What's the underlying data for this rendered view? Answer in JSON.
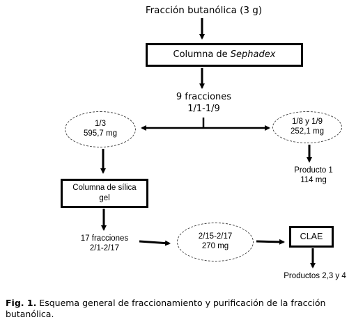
{
  "diagram": {
    "start": "Fracción butanólica (3 g)",
    "column1": {
      "prefix": "Columna de ",
      "italic": "Sephadex"
    },
    "fractions1": {
      "line1": "9 fracciones",
      "line2": "1/1-1/9"
    },
    "left_ellipse": {
      "line1": "1/3",
      "line2": "595,7 mg"
    },
    "right_ellipse": {
      "line1": "1/8 y 1/9",
      "line2": "252,1 mg"
    },
    "product1": {
      "line1": "Producto 1",
      "line2": "114 mg"
    },
    "column2": {
      "line1": "Columna de sílica",
      "line2": "gel"
    },
    "fractions2": {
      "line1": "17 fracciones",
      "line2": "2/1-2/17"
    },
    "mid_ellipse": {
      "line1": "2/15-2/17",
      "line2": "270 mg"
    },
    "clae": "CLAE",
    "products": "Productos 2,3 y 4"
  },
  "caption": {
    "label": "Fig. 1.",
    "text": " Esquema general de fraccionamiento y purificación de la fracción butanólica."
  }
}
